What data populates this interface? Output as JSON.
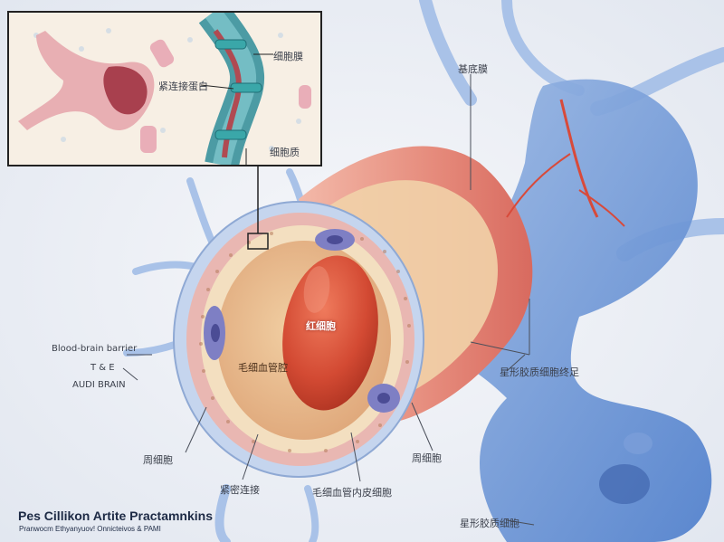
{
  "inset": {
    "label_top_right": "细胞膜",
    "label_center": "紧连接蛋白",
    "label_bottom": "细胞质"
  },
  "labels": {
    "basement_membrane": "基底膜",
    "red_blood_cell": "红细胞",
    "capillary_lumen": "毛细血管腔",
    "astrocyte_foot_right": "星形胶质细胞终足",
    "pericyte": "周细胞",
    "tight_junction": "紧密连接",
    "endothelial_cell": "毛细血管内皮细胞",
    "astrocyte_cell": "星形胶质细胞",
    "left_label_1": "Blood-brain barrier",
    "left_label_2": "T & E",
    "left_label_3": "AUDI BRAIN"
  },
  "footer": {
    "title": "Pes Cillikon Artite Practamnkins",
    "subtitle": "Pranwocm Ethyanyuov! Onnicteivos & PAMI"
  }
}
